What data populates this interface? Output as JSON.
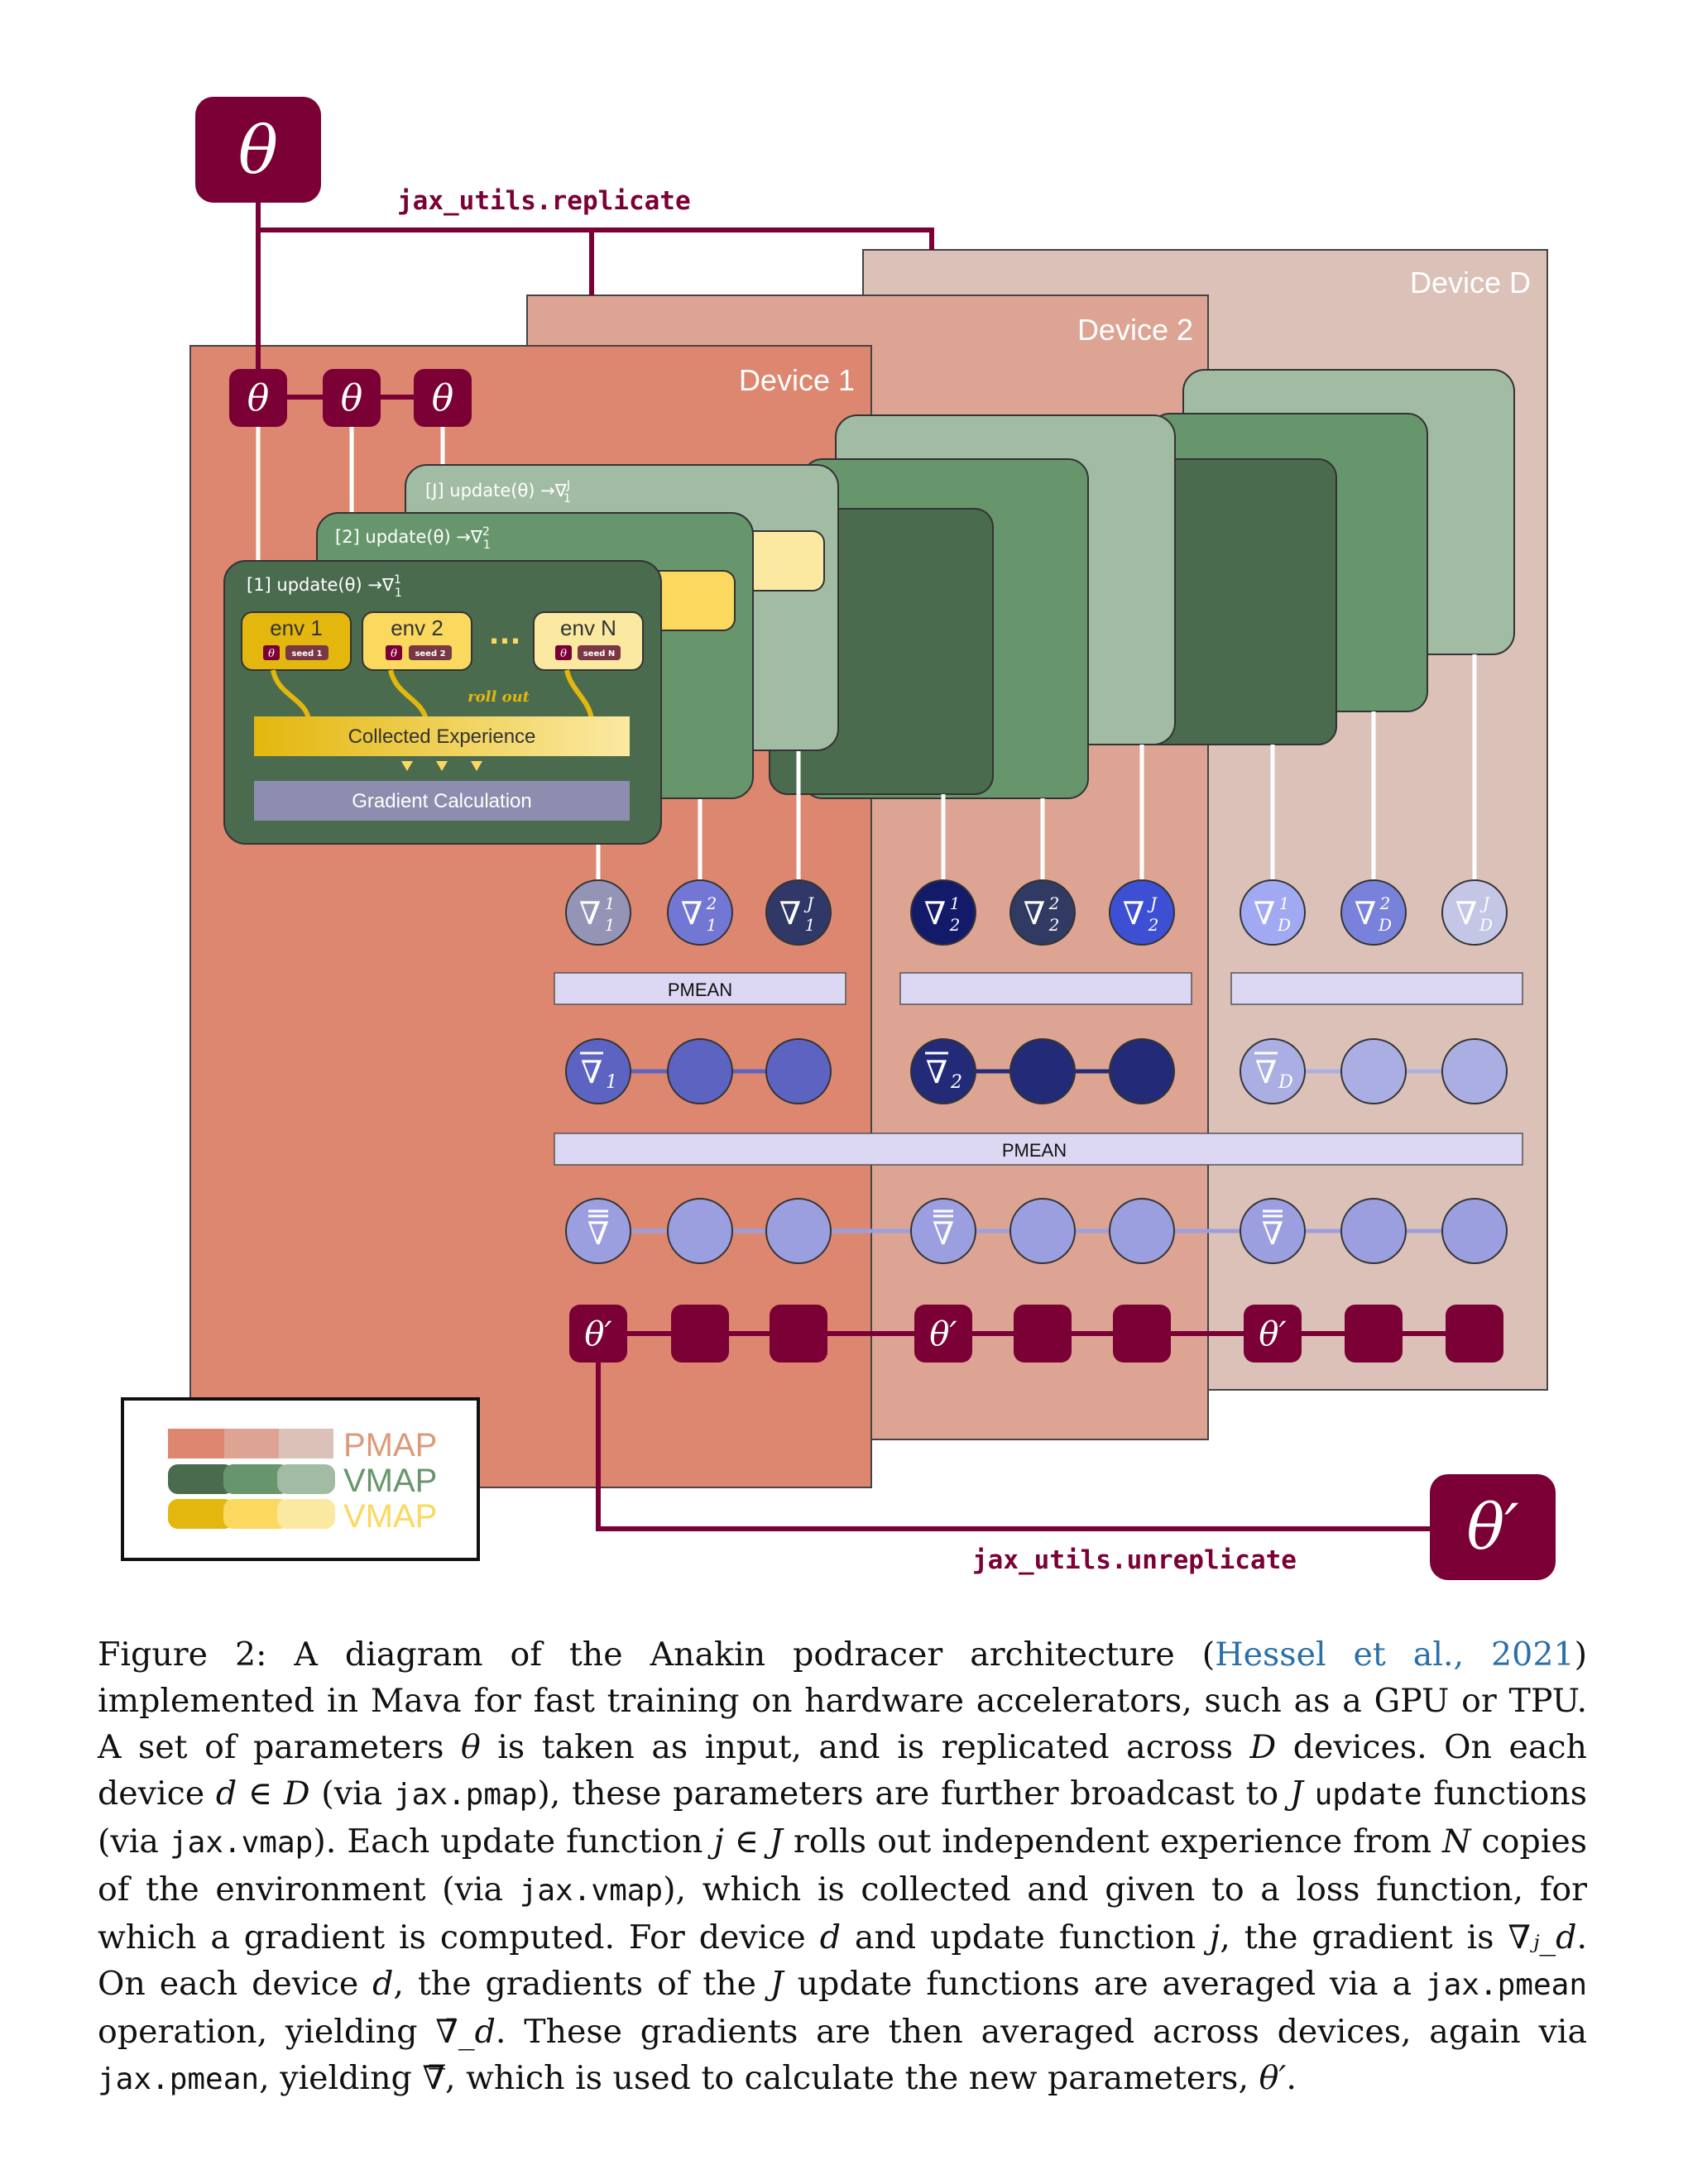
{
  "diagram": {
    "theta_symbol": "θ",
    "theta_prime_symbol": "θ′",
    "replicate_label": "jax_utils.replicate",
    "unreplicate_label": "jax_utils.unreplicate",
    "devices": [
      "Device 1",
      "Device 2",
      "Device D"
    ],
    "updates": [
      {
        "prefix": "[J] update(θ) →∇",
        "sup": "J",
        "sub": "1"
      },
      {
        "prefix": "[2] update(θ) →∇",
        "sup": "2",
        "sub": "1"
      },
      {
        "prefix": "[1] update(θ) →∇",
        "sup": "1",
        "sub": "1"
      }
    ],
    "envs": [
      {
        "name": "env 1",
        "seed": "seed 1"
      },
      {
        "name": "env 2",
        "seed": "seed 2"
      },
      {
        "name": "env N",
        "seed": "seed N"
      }
    ],
    "env_dots": "...",
    "roll_out_label": "roll out",
    "collected_label": "Collected Experience",
    "gradient_label": "Gradient Calculation",
    "pmean_label": "PMEAN",
    "grad_symbol": "∇",
    "gradients": [
      {
        "sup": "1",
        "sub": "1"
      },
      {
        "sup": "2",
        "sub": "1"
      },
      {
        "sup": "J",
        "sub": "1"
      },
      {
        "sup": "1",
        "sub": "2"
      },
      {
        "sup": "2",
        "sub": "2"
      },
      {
        "sup": "J",
        "sub": "2"
      },
      {
        "sup": "1",
        "sub": "D"
      },
      {
        "sup": "2",
        "sub": "D"
      },
      {
        "sup": "J",
        "sub": "D"
      }
    ],
    "mean_subs": [
      "1",
      "2",
      "D"
    ],
    "legend": [
      "PMAP",
      "VMAP",
      "VMAP"
    ],
    "colors": {
      "maroon": "#7b0035",
      "device1": "#dd8770",
      "device2": "#dda493",
      "deviceD": "#dcc1b8",
      "green_dark": "#4b6b4f",
      "green_mid": "#68966c",
      "green_light": "#a1bca3",
      "yellow_dark": "#e3b70d",
      "yellow_mid": "#fbd85e",
      "yellow_light": "#fbe9a2",
      "pmean_fill": "#dcd8f3"
    }
  },
  "caption": {
    "label": "Figure 2:",
    "part1": " A diagram of the Anakin podracer architecture (",
    "citation": "Hessel et al., 2021",
    "part2": ") implemented in Mava for fast training on hardware accelerators, such as a GPU or TPU. A set of parameters ",
    "theta": "θ",
    "part3": " is taken as input, and is replicated across ",
    "D": "D",
    "part4": " devices. On each device ",
    "d_in_D": "d ∈ D",
    "part5": " (via ",
    "pmap": "jax.pmap",
    "part6": "), these parameters are further broadcast to ",
    "J": "J",
    "update": "update",
    "part7": " functions (via ",
    "vmap": "jax.vmap",
    "part8": "). Each update function ",
    "j_in_J": "j ∈ J",
    "part9": " rolls out independent experience from ",
    "N": "N",
    "part10": " copies of the environment (via ",
    "part11": "), which is collected and given to a loss function, for which a gradient is computed. For device ",
    "d": "d",
    "part12": " and update function ",
    "j": "j",
    "part13": ", the gradient is ",
    "grad_dj": "∇ⱼ_d",
    "part14": ". On each device ",
    "part15": ", the gradients of the ",
    "part16": " update functions are averaged via a ",
    "pmean": "jax.pmean",
    "part17": " operation, yielding ",
    "grad_bar_d": "∇̄_d",
    "part18": ". These gradients are then averaged across devices, again via ",
    "part19": ", yielding ",
    "grad_bbar": "∇̿",
    "part20": ", which is used to calculate the new parameters, ",
    "theta_prime": "θ′",
    "part21": "."
  }
}
